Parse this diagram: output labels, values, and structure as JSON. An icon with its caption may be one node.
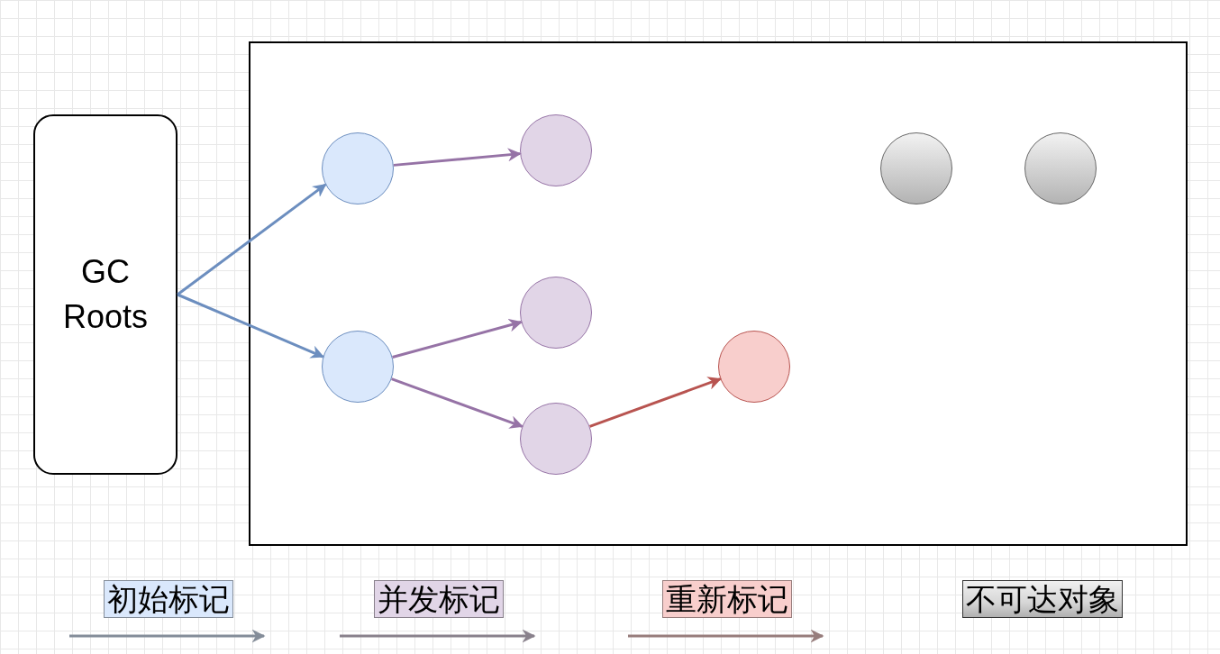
{
  "diagram": {
    "nodes": [
      {
        "text": [
          "GC Roots"
        ]
      },
      {
        "text": [],
        "shape": "box"
      },
      {
        "text": [],
        "shape": "circle",
        "in": 1
      },
      {
        "text": [],
        "shape": "circle",
        "in": 1
      },
      {
        "text": [],
        "shape": "circle",
        "in": 1
      },
      {
        "text": [],
        "shape": "circle",
        "in": 1
      },
      {
        "text": [],
        "shape": "circle",
        "in": 1
      },
      {
        "text": [],
        "shape": "circle",
        "in": 1
      },
      {
        "text": [],
        "shape": "circle",
        "in": 1
      },
      {
        "text": [],
        "shape": "circle",
        "in": 1
      }
    ],
    "edges": [
      {
        "from": 0,
        "to": 2,
        "arrow": "to",
        "color": "#6c8ebf"
      },
      {
        "from": 0,
        "to": 3,
        "arrow": "to",
        "color": "#6c8ebf"
      },
      {
        "from": 2,
        "to": 4,
        "arrow": "to"
      },
      {
        "from": 3,
        "to": 5,
        "arrow": "to"
      },
      {
        "from": 3,
        "to": 6,
        "arrow": "to"
      },
      {
        "from": 6,
        "to": 7,
        "arrow": "to",
        "color": "#b85450"
      }
    ],
    "legend": [
      {
        "text": "初始标记",
        "color": "#dae8fc"
      },
      {
        "text": "并发标记",
        "color": "#e1d5e7"
      },
      {
        "text": "重新标记",
        "color": "#f8cecc"
      },
      {
        "text": "不可达对象",
        "color": "#d6d6d6"
      }
    ]
  }
}
